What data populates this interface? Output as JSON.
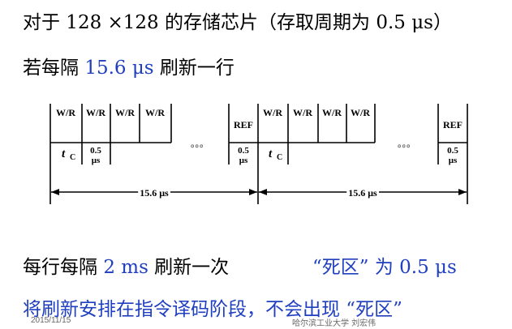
{
  "heading": {
    "line1": "对于 128 ×128 的存储芯片（存取周期为 0.5 μs）",
    "line2_prefix": "若每隔 ",
    "line2_value": "15.6 μs",
    "line2_suffix": " 刷新一行"
  },
  "timing": {
    "wr_label": "W/R",
    "ref_label": "REF",
    "tc_main": "t",
    "tc_sub": "C",
    "half_top": "0.5",
    "half_bottom": "μs",
    "dots": "。。。",
    "interval_label": "15.6 μs"
  },
  "body": {
    "line3_prefix": "每行每隔 ",
    "line3_value": "2 ms",
    "line3_suffix": " 刷新一次",
    "dead_zone": "“死区” 为 0.5 μs",
    "line4": "将刷新安排在指令译码阶段，不会出现 “死区”"
  },
  "footer": {
    "date": "2015/11/15",
    "school": "哈尔滨工业大学  刘宏伟"
  },
  "colors": {
    "blue": "#1f3fbf",
    "black": "#000000",
    "gray": "#666666"
  }
}
